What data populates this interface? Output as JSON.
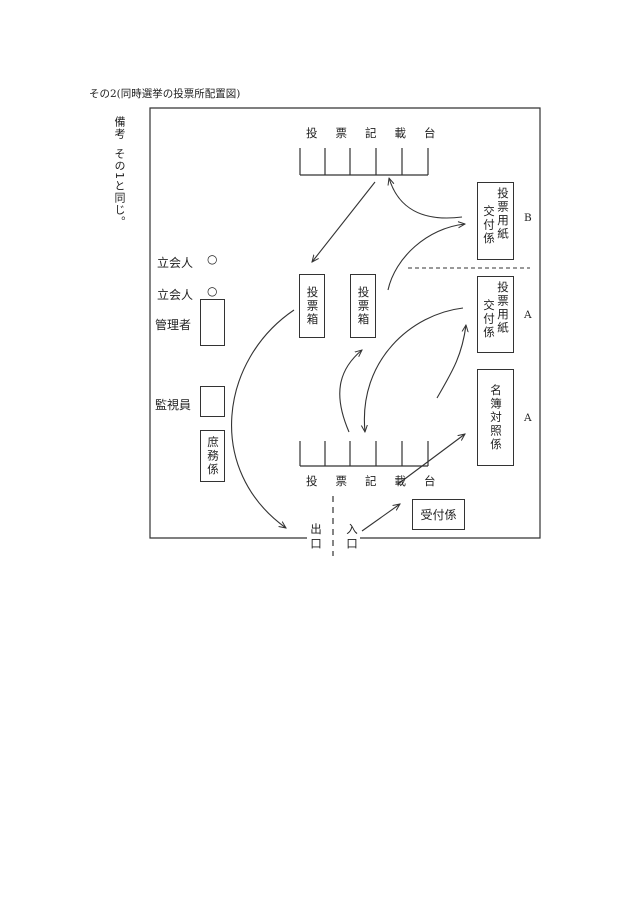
{
  "title": "その2(同時選挙の投票所配置図)",
  "remarks": {
    "label": "備考",
    "text": "その1と同じ。"
  },
  "diagram": {
    "writing_table_label": "投票記載台",
    "writing_table_bottom_label": "投票記載台",
    "ballot_box_label": "投票箱",
    "ballot_box_2_label": "投票箱",
    "witness_1": "立会人",
    "witness_2": "立会人",
    "witness_marker": "○",
    "manager": "管理者",
    "observer": "監視員",
    "general_affairs": "庶務係",
    "ballot_issuer_b": "交付係",
    "ballot_paper_b": "投票用紙",
    "section_b": "B",
    "ballot_issuer_a": "交付係",
    "ballot_paper_a": "投票用紙",
    "section_a1": "A",
    "register_check": "名簿対照係",
    "section_a2": "A",
    "reception": "受付係",
    "exit_label": "出口",
    "entrance_label": "入口"
  }
}
